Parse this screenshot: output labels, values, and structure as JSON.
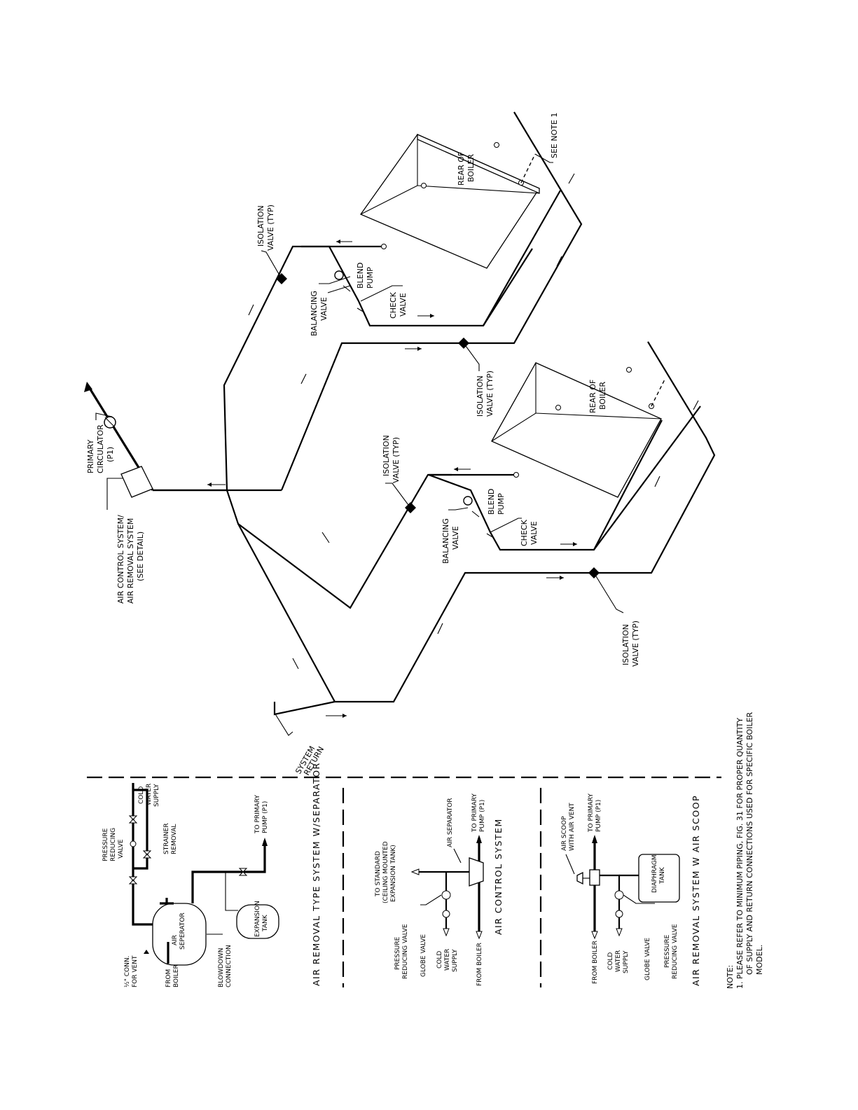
{
  "labels": {
    "primary_circulator": [
      "PRIMARY",
      "CIRCULATOR",
      "(P1)"
    ],
    "air_control_callout": [
      "AIR  CONTROL  SYSTEM/",
      "AIR  REMOVAL  SYSTEM",
      "(SEE DETAIL)"
    ],
    "system_return": [
      "SYSTEM",
      "RETURN"
    ],
    "isolation_valve_typ": [
      "ISOLATION",
      "VALVE (TYP)"
    ],
    "balancing_valve": [
      "BALANCING",
      "VALVE"
    ],
    "blend_pump": [
      "BLEND",
      "PUMP"
    ],
    "check_valve": [
      "CHECK",
      "VALVE"
    ],
    "rear_of_boiler": [
      "REAR  OF",
      "BOILER"
    ],
    "see_note": "SEE NOTE 1"
  },
  "detail_separator": {
    "title": "AIR  REMOVAL  TYPE  SYSTEM  W/SEPARATOR",
    "half_inch_conn": [
      "½\" CONN.",
      "FOR VENT"
    ],
    "from_boiler": [
      "FROM",
      "BOILER"
    ],
    "air_separator": [
      "AIR",
      "SEPERATOR"
    ],
    "blowdown": [
      "BLOWDOWN",
      "CONNECTION"
    ],
    "expansion_tank": [
      "EXPANSION",
      "TANK"
    ],
    "pressure_reducing": [
      "PRESSURE",
      "REDUCING",
      "VALVE"
    ],
    "strainer_removal": [
      "STRAINER",
      "REMOVAL"
    ],
    "cold_water": [
      "COLD",
      "WATER",
      "SUPPLY"
    ],
    "to_primary": [
      "TO PRIMARY",
      "PUMP (P1)"
    ]
  },
  "detail_control": {
    "title": "AIR  CONTROL  SYSTEM",
    "to_standard": [
      "TO STANDARD",
      "(CEILING MOUNTED",
      "EXPANSION TANK)"
    ],
    "air_separator": "AIR SEPARATOR",
    "pressure_reducing": [
      "PRESSURE",
      "REDUCING VALVE"
    ],
    "globe_valve": "GLOBE VALVE",
    "cold_water": [
      "COLD",
      "WATER",
      "SUPPLY"
    ],
    "from_boiler": "FROM BOILER",
    "to_primary": [
      "TO PRIMARY",
      "PUMP (P1)"
    ]
  },
  "detail_scoop": {
    "title": "AIR  REMOVAL  SYSTEM  W  AIR  SCOOP",
    "air_scoop": [
      "AIR SCOOP",
      "WITH AIR VENT"
    ],
    "to_primary": [
      "TO PRIMARY",
      "PUMP (P1)"
    ],
    "diaphragm_tank": [
      "DIAPHRAGM",
      "TANK"
    ],
    "from_boiler": "FROM BOILER",
    "cold_water": [
      "COLD",
      "WATER",
      "SUPPLY"
    ],
    "globe_valve": "GLOBE VALVE",
    "pressure_reducing": [
      "PRESSURE",
      "REDUCING VALVE"
    ]
  },
  "note": {
    "heading": "NOTE:",
    "lines": [
      "1.  PLEASE  REFER  TO  MINIMUM  PIPING,  FIG.  31  FOR  PROPER  QUANTITY",
      "OF  SUPPLY  AND  RETURN  CONNECTIONS  USED  FOR  SPECIFIC  BOILER",
      "MODEL."
    ]
  }
}
